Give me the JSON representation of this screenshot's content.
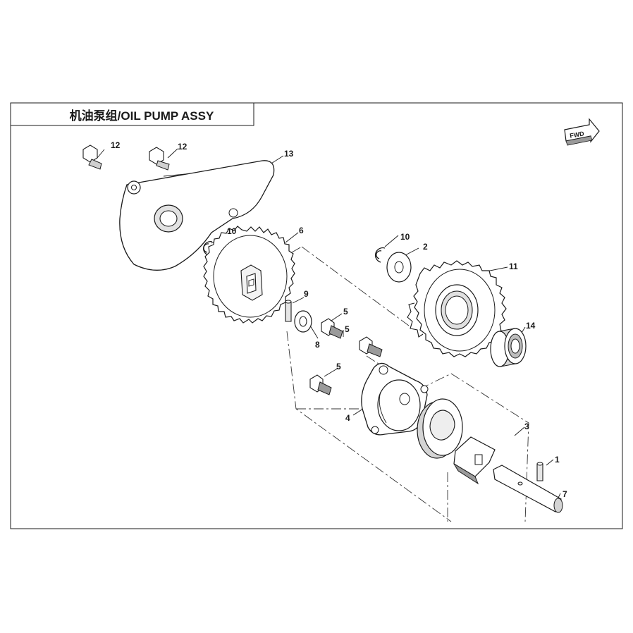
{
  "diagram": {
    "title": "机油泵组/OIL PUMP ASSY",
    "direction_marker": "FWD",
    "callouts": [
      "12",
      "12",
      "13",
      "10",
      "6",
      "10",
      "2",
      "11",
      "9",
      "5",
      "5",
      "8",
      "14",
      "5",
      "4",
      "3",
      "1",
      "7"
    ],
    "colors": {
      "line": "#1a1a1a",
      "part_fill": "#ffffff",
      "shade": "#d9d9d9",
      "dark_shade": "#8c8c8c",
      "background": "#ffffff"
    }
  }
}
